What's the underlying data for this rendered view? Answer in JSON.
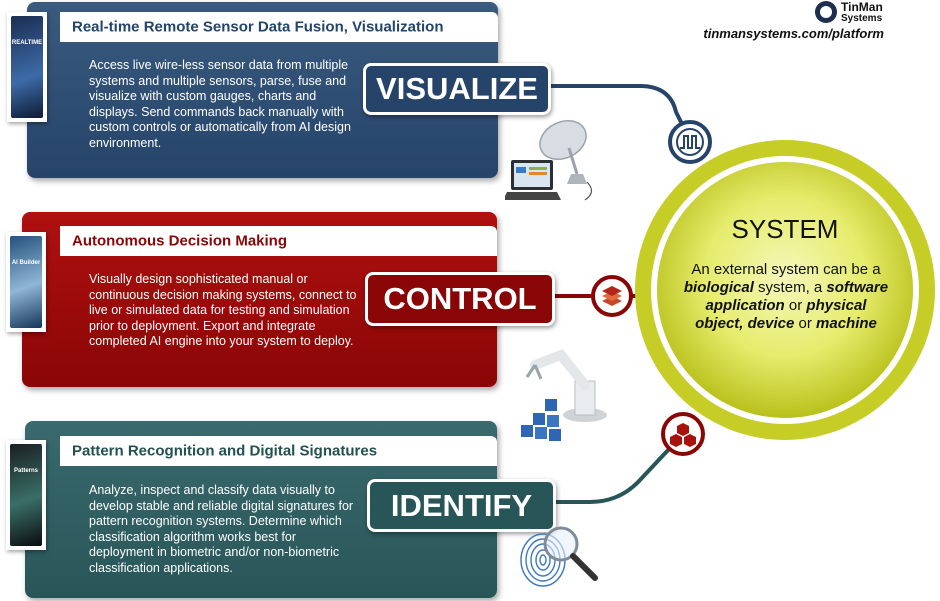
{
  "brand": {
    "name_line1": "TinMan",
    "name_line2": "Systems",
    "url": "tinmansystems.com/platform"
  },
  "visualize": {
    "title": "Real-time Remote Sensor Data Fusion, Visualization",
    "description": "Access live wire-less sensor data from multiple systems and multiple sensors, parse, fuse and visualize with custom gauges, charts and displays. Send commands back manually with custom controls or automatically from AI design environment.",
    "label": "VISUALIZE",
    "product_box": "REALTIME",
    "color": "#26446a"
  },
  "control": {
    "title": "Autonomous Decision Making",
    "description": "Visually design sophisticated manual or continuous decision making systems, connect to live or simulated data for testing and simulation prior to deployment. Export and integrate completed AI engine into your system to deploy.",
    "label": "CONTROL",
    "product_box": "AI Builder",
    "color": "#8a0606"
  },
  "identify": {
    "title": "Pattern Recognition and Digital Signatures",
    "description": "Analyze, inspect and classify data visually to develop stable and reliable digital signatures for pattern recognition systems. Determine which classification algorithm works best for deployment in biometric and/or non-biometric classification applications.",
    "label": "IDENTIFY",
    "product_box": "Patterns",
    "color": "#285558"
  },
  "system": {
    "title": "SYSTEM",
    "t1": "An external system can be a ",
    "t2": "biological",
    "t3": " system, a ",
    "t4": "software application",
    "t5": " or ",
    "t6": "physical object, device",
    "t7": " or ",
    "t8": "machine",
    "circle_color": "#cfd62a"
  },
  "icons": {
    "visualize_node": "signal-icon",
    "control_node": "layers-icon",
    "identify_node": "hexagon-cluster-icon"
  }
}
